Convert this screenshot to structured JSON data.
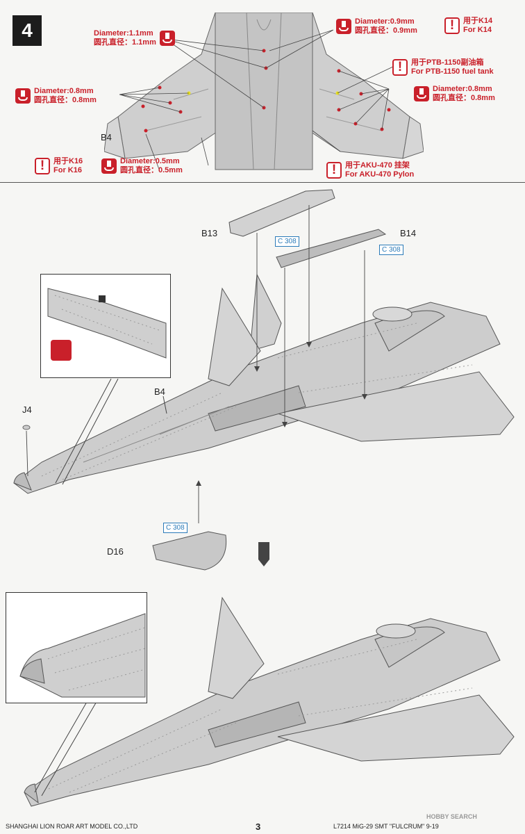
{
  "step": {
    "number": "4"
  },
  "top_notes": [
    {
      "kind": "drill",
      "line1": "Diameter:1.1mm",
      "line2": "圆孔直径：1.1mm"
    },
    {
      "kind": "drill",
      "line1": "Diameter:0.9mm",
      "line2": "圆孔直径：0.9mm"
    },
    {
      "kind": "warn",
      "line1": "用于K14",
      "line2": "For K14"
    },
    {
      "kind": "warn",
      "line1": "用于PTB-1150副油箱",
      "line2": "For PTB-1150 fuel tank"
    },
    {
      "kind": "drill",
      "line1": "Diameter:0.8mm",
      "line2": "圆孔直径：0.8mm"
    },
    {
      "kind": "drill",
      "line1": "Diameter:0.8mm",
      "line2": "圆孔直径：0.8mm"
    },
    {
      "kind": "warn",
      "line1": "用于K16",
      "line2": "For K16"
    },
    {
      "kind": "drill",
      "line1": "Diameter:0.5mm",
      "line2": "圆孔直径：0.5mm"
    },
    {
      "kind": "warn",
      "line1": "用于AKU-470 挂架",
      "line2": "For AKU-470 Pylon"
    }
  ],
  "parts": {
    "b4_top": "B4",
    "b13": "B13",
    "b14": "B14",
    "b4_main": "B4",
    "j4": "J4",
    "d16": "D16"
  },
  "color_refs": {
    "b13": "C 308",
    "b14": "C 308",
    "d16": "C 308"
  },
  "footer": {
    "company": "SHANGHAI LION ROAR ART MODEL CO.,LTD",
    "page": "3",
    "product": "L7214  MiG-29  SMT  \"FULCRUM\"  9-19",
    "watermark": "HOBBY SEARCH"
  },
  "colors": {
    "accent_red": "#c9202a",
    "ref_blue": "#2a7ab8",
    "model_gray": "#c8c8c8"
  }
}
